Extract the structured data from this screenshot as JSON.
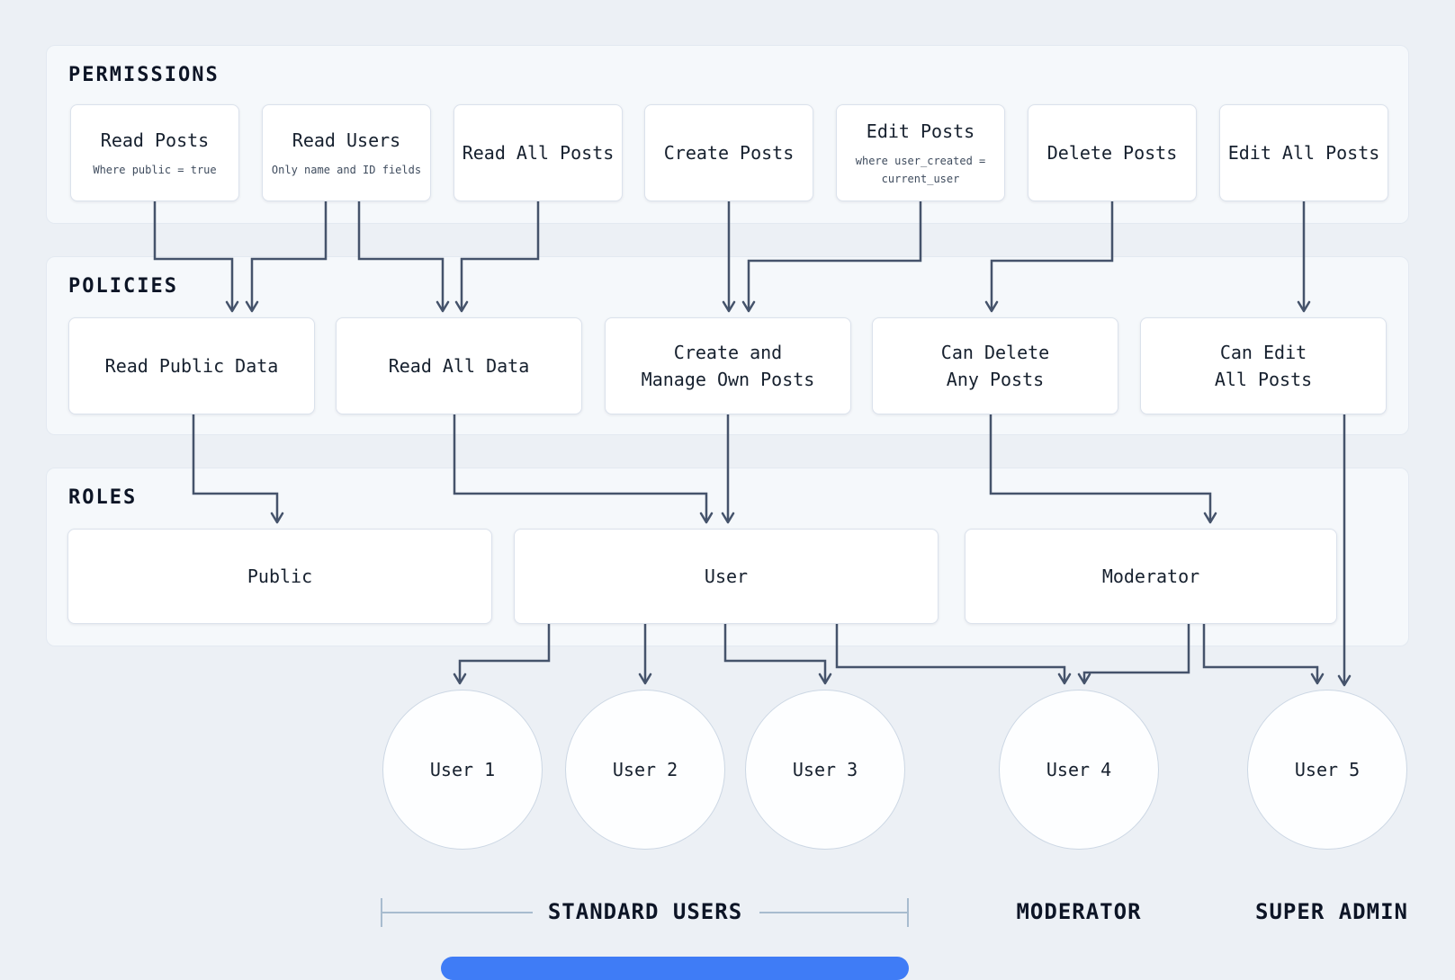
{
  "permissions": {
    "title": "PERMISSIONS",
    "items": [
      {
        "title": "Read Posts",
        "subtitle": "Where public = true"
      },
      {
        "title": "Read Users",
        "subtitle": "Only name and ID fields"
      },
      {
        "title": "Read All Posts"
      },
      {
        "title": "Create Posts"
      },
      {
        "title": "Edit Posts",
        "subtitle": "where user_created =\ncurrent_user"
      },
      {
        "title": "Delete Posts"
      },
      {
        "title": "Edit All Posts"
      }
    ]
  },
  "policies": {
    "title": "POLICIES",
    "items": [
      {
        "title": "Read Public Data"
      },
      {
        "title": "Read All Data"
      },
      {
        "title": "Create and\nManage Own Posts"
      },
      {
        "title": "Can Delete\nAny Posts"
      },
      {
        "title": "Can Edit\nAll Posts"
      }
    ]
  },
  "roles": {
    "title": "ROLES",
    "items": [
      {
        "title": "Public"
      },
      {
        "title": "User"
      },
      {
        "title": "Moderator"
      }
    ]
  },
  "users": {
    "items": [
      {
        "title": "User 1"
      },
      {
        "title": "User 2"
      },
      {
        "title": "User 3"
      },
      {
        "title": "User 4"
      },
      {
        "title": "User 5"
      }
    ]
  },
  "groups": {
    "standard": "STANDARD USERS",
    "moderator": "MODERATOR",
    "super_admin": "SUPER ADMIN"
  },
  "colors": {
    "arrow": "#45536b",
    "bracket": "#a8bccf",
    "accent_bar": "#3f7cf6"
  }
}
